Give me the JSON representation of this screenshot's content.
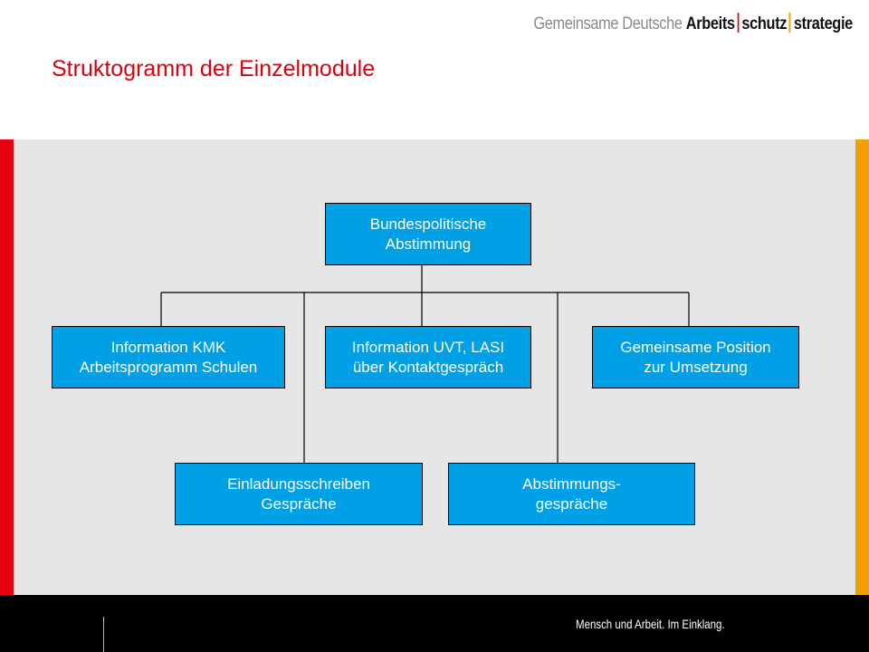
{
  "header": {
    "logo": {
      "part1": "Gemeinsame Deutsche",
      "part2": "Arbeits",
      "part3": "schutz",
      "part4": "strategie"
    },
    "title": "Struktogramm der Einzelmodule"
  },
  "diagram": {
    "root": {
      "line1": "Bundespolitische",
      "line2": "Abstimmung"
    },
    "level1": [
      {
        "line1": "Information KMK",
        "line2": "Arbeitsprogramm Schulen"
      },
      {
        "line1": "Information UVT, LASI",
        "line2": "über Kontaktgespräch"
      },
      {
        "line1": "Gemeinsame Position",
        "line2": "zur Umsetzung"
      }
    ],
    "level2": [
      {
        "line1": "Einladungsschreiben",
        "line2": "Gespräche"
      },
      {
        "line1": "Abstimmungs-",
        "line2": "gespräche"
      }
    ]
  },
  "footer": {
    "tagline": "Mensch und Arbeit. Im Einklang."
  },
  "colors": {
    "title": "#d9000f",
    "box_fill": "#00a0e6",
    "content_bg": "#e6e6e6",
    "accent_red": "#e4000f",
    "accent_orange": "#f0a000",
    "footer_bg": "#000000"
  }
}
